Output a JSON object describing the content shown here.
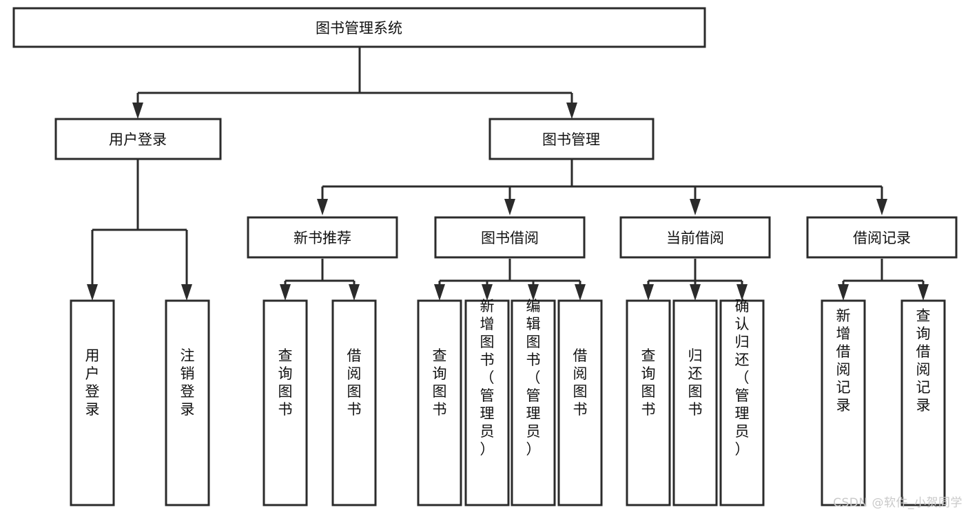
{
  "diagram": {
    "title": "图书管理系统",
    "type": "tree-hierarchy-diagram",
    "colors": {
      "stroke": "#2b2b2b",
      "fill": "#ffffff",
      "text": "#111111",
      "background": "#ffffff",
      "watermark": "#c9c9c9"
    },
    "root": {
      "label": "图书管理系统"
    },
    "level2": [
      {
        "label": "用户登录"
      },
      {
        "label": "图书管理"
      }
    ],
    "level3": [
      {
        "label": "新书推荐"
      },
      {
        "label": "图书借阅"
      },
      {
        "label": "当前借阅"
      },
      {
        "label": "借阅记录"
      }
    ],
    "leaves": {
      "user_login": [
        {
          "label": "用户登录"
        },
        {
          "label": "注销登录"
        }
      ],
      "new_book_recommend": [
        {
          "label": "查询图书"
        },
        {
          "label": "借阅图书"
        }
      ],
      "book_borrow": [
        {
          "label": "查询图书"
        },
        {
          "label": "新增图书（管理员）"
        },
        {
          "label": "编辑图书（管理员）"
        },
        {
          "label": "借阅图书"
        }
      ],
      "current_borrow": [
        {
          "label": "查询图书"
        },
        {
          "label": "归还图书"
        },
        {
          "label": "确认归还（管理员）"
        }
      ],
      "borrow_record": [
        {
          "label": "新增借阅记录"
        },
        {
          "label": "查询借阅记录"
        }
      ]
    }
  },
  "watermark": {
    "text": "CSDN @软件_小贺同学"
  }
}
